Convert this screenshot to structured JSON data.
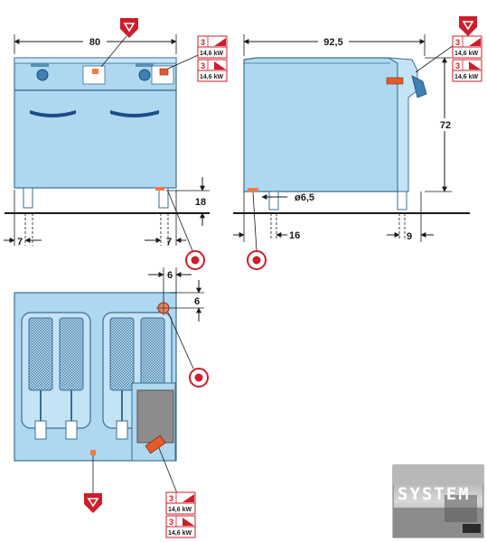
{
  "front_view": {
    "width": "80",
    "height_leg": "18",
    "offset_left": "7",
    "offset_right": "7"
  },
  "side_view": {
    "depth": "92,5",
    "height": "72",
    "hole_diameter": "ø6,5",
    "offset_16": "16",
    "offset_9": "9"
  },
  "top_view": {
    "offset_x": "6",
    "offset_y": "6"
  },
  "badges": [
    {
      "num": "3",
      "power_1": "14,6 kW",
      "num2": "3",
      "power_2": "14,6 kW"
    },
    {
      "num": "3",
      "power_1": "14,6 kW",
      "num2": "3",
      "power_2": "14,6 kW"
    },
    {
      "num": "3",
      "power_1": "14,6 kW",
      "num2": "3",
      "power_2": "14,6 kW"
    }
  ],
  "logo": {
    "text": "SYSTEM"
  },
  "colors": {
    "body_blue": "#aed8f0",
    "body_stroke": "#3c6d92",
    "symbol_red": "#cc1e2b",
    "dim_line": "#1a1a1a"
  }
}
